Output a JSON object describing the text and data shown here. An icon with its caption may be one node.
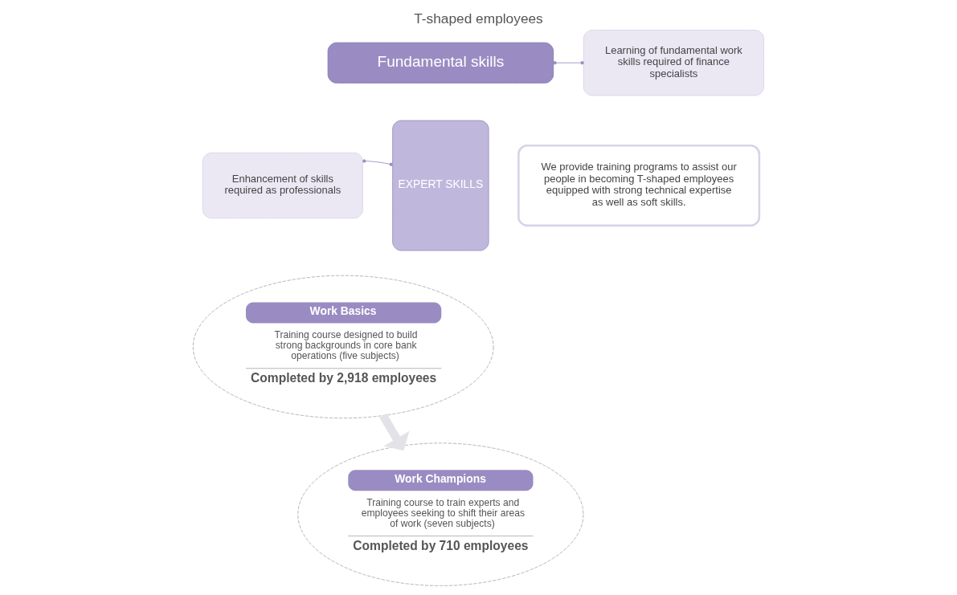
{
  "diagram": {
    "title": "T-shaped employees",
    "nodes": [
      {
        "text": [
          "Fundamental skills"
        ]
      },
      {
        "text": [
          "Learning of fundamental work skills required of finance specialists"
        ]
      },
      {
        "text": [
          "EXPERT SKILLS"
        ]
      },
      {
        "text": [
          "Enhancement of skills required as professionals"
        ]
      },
      {
        "text": [
          "We provide training programs to assist our people in becoming T-shaped employees equipped with strong technical expertise as well as soft skills."
        ]
      },
      {
        "text": [
          "Work Basics",
          "Training course designed to build strong backgrounds in core bank operations (five subjects)",
          "Completed by 2,918 employees"
        ]
      },
      {
        "text": [
          "Work Champions",
          "Training course to train experts and employees seeking to shift their areas of work (seven subjects)",
          "Completed by 710 employees"
        ]
      }
    ],
    "edges": [
      {
        "from": 0,
        "to": 1,
        "arrow": "other"
      },
      {
        "from": 2,
        "to": 3,
        "arrow": "other"
      },
      {
        "from": 5,
        "to": 6,
        "arrow": "to",
        "style": "thick",
        "color": "#e2e2e8"
      }
    ]
  }
}
